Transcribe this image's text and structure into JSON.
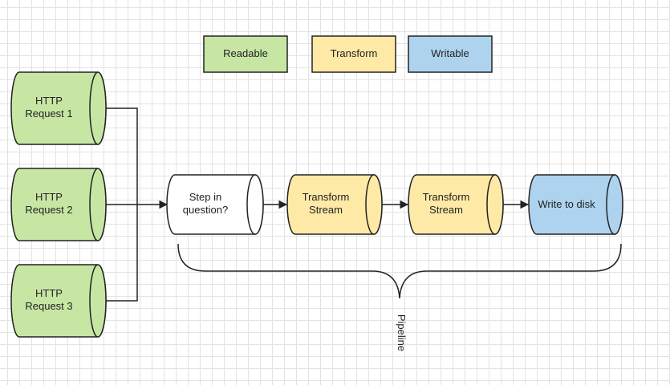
{
  "colors": {
    "readable": "#c7e6a4",
    "transform": "#ffe9a6",
    "writable": "#aed3ef",
    "neutral": "#ffffff"
  },
  "legend": {
    "readable": "Readable",
    "transform": "Transform",
    "writable": "Writable"
  },
  "requests": [
    {
      "line1": "HTTP",
      "line2": "Request 1"
    },
    {
      "line1": "HTTP",
      "line2": "Request 2"
    },
    {
      "line1": "HTTP",
      "line2": "Request 3"
    }
  ],
  "pipeline": {
    "step": {
      "line1": "Step in",
      "line2": "question?"
    },
    "transform_1": {
      "line1": "Transform",
      "line2": "Stream"
    },
    "transform_2": {
      "line1": "Transform",
      "line2": "Stream"
    },
    "writer": {
      "label": "Write to disk"
    },
    "brace_label": "Pipeline"
  }
}
